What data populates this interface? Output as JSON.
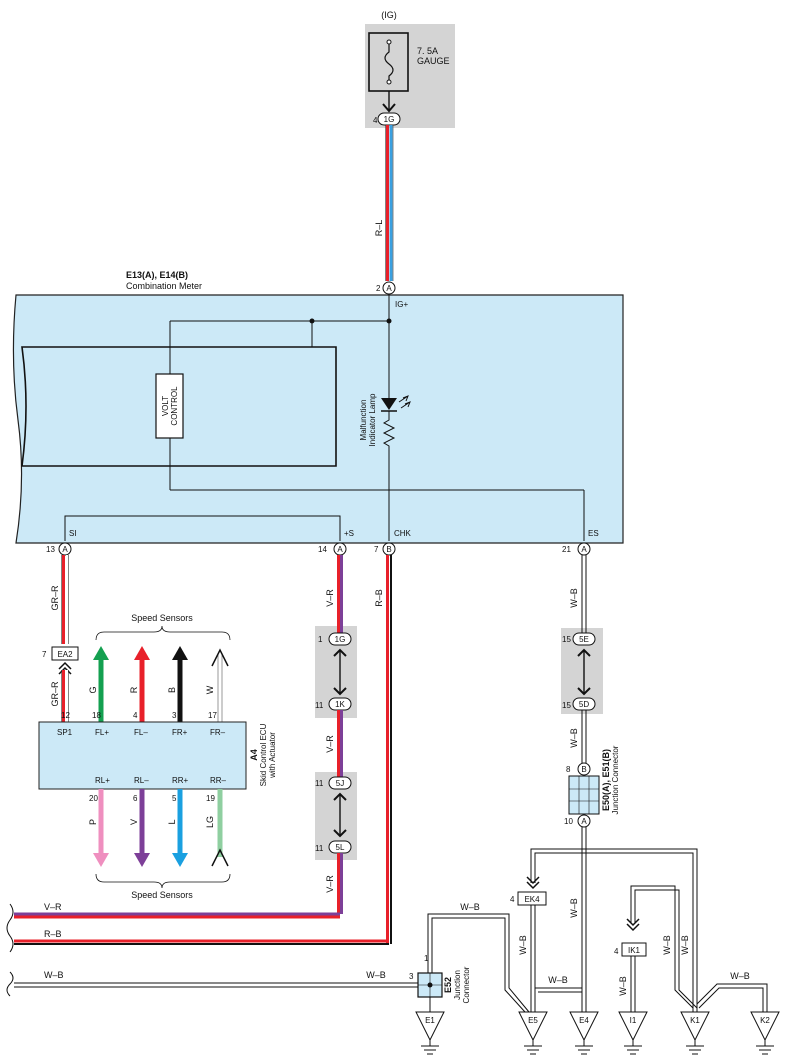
{
  "fuse": {
    "supply": "(IG)",
    "rating": "7. 5A",
    "name": "GAUGE",
    "pin": "4",
    "connector": "1G"
  },
  "wire_ig": "R–L",
  "meter": {
    "ids": "E13(A), E14(B)",
    "name": "Combination Meter",
    "pin_ig": "2",
    "conn_ig": "A",
    "term_ig": "IG+",
    "volt_control": [
      "VOLT",
      "CONTROL"
    ],
    "lamp_label": [
      "Malfunction",
      "Indicator Lamp"
    ],
    "terminals": [
      {
        "pin": "13",
        "conn": "A",
        "name": "SI"
      },
      {
        "pin": "14",
        "conn": "A",
        "name": "+S"
      },
      {
        "pin": "7",
        "conn": "B",
        "name": "CHK"
      },
      {
        "pin": "21",
        "conn": "A",
        "name": "ES"
      }
    ]
  },
  "wires": {
    "gr_r": "GR–R",
    "v_r": "V–R",
    "r_b": "R–B",
    "w_b": "W–B",
    "g": "G",
    "r": "R",
    "b": "B",
    "w": "W",
    "p": "P",
    "v": "V",
    "l": "L",
    "lg": "LG"
  },
  "ea2": {
    "pin": "7",
    "name": "EA2"
  },
  "speed_sensors": "Speed Sensors",
  "ecu": {
    "id": "A4",
    "name": [
      "Skid Control ECU",
      "with Actuator"
    ],
    "top_pins": [
      {
        "num": "12",
        "name": "SP1"
      },
      {
        "num": "18",
        "name": "FL+"
      },
      {
        "num": "4",
        "name": "FL–"
      },
      {
        "num": "3",
        "name": "FR+"
      },
      {
        "num": "17",
        "name": "FR–"
      }
    ],
    "bottom_pins": [
      {
        "num": "20",
        "name": "RL+"
      },
      {
        "num": "6",
        "name": "RL–"
      },
      {
        "num": "5",
        "name": "RR+"
      },
      {
        "num": "19",
        "name": "RR–"
      }
    ]
  },
  "connectors_mid": [
    {
      "pin": "1",
      "name": "1G"
    },
    {
      "pin": "11",
      "name": "1K"
    },
    {
      "pin": "11",
      "name": "5J"
    },
    {
      "pin": "11",
      "name": "5L"
    }
  ],
  "connectors_right": [
    {
      "pin": "15",
      "name": "5E"
    },
    {
      "pin": "15",
      "name": "5D"
    }
  ],
  "jc_e50": {
    "ids": "E50(A), E51(B)",
    "name": "Junction Connector",
    "pin_top": "8",
    "conn_top": "B",
    "pin_bot": "10",
    "conn_bot": "A"
  },
  "ek4": {
    "pin": "4",
    "name": "EK4"
  },
  "ik1": {
    "pin": "4",
    "name": "IK1"
  },
  "e52": {
    "id": "E52",
    "name": [
      "Junction",
      "Connector"
    ],
    "pin1": "1",
    "pin3": "3"
  },
  "grounds": [
    "E1",
    "E5",
    "E4",
    "I1",
    "K1",
    "K2"
  ],
  "colors": {
    "panel": "#cce9f7",
    "panel_border": "#222222",
    "shade": "#d4d4d4",
    "red": "#e8202a",
    "blue": "#3aa0e0",
    "purple": "#7d3f98",
    "green": "#14a050",
    "pink": "#ef8fbf",
    "lightblue": "#1aa0e0",
    "lightgreen": "#8fcfa0"
  }
}
